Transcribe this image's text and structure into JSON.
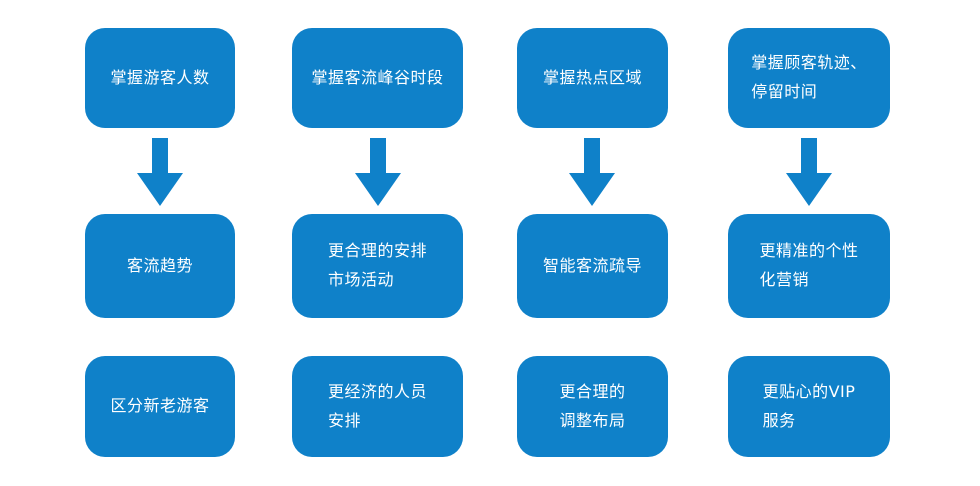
{
  "colors": {
    "box_blue": "#0f81c9",
    "text_color": "#ffffff",
    "page_bg": "#ffffff"
  },
  "diagram": {
    "type": "flow",
    "arrow_icon": "down-arrow",
    "columns": [
      {
        "top_box": "掌握游客人数",
        "middle_box": "客流趋势",
        "bottom_box": "区分新老游客"
      },
      {
        "top_box": "掌握客流峰谷时段",
        "middle_box": "更合理的安排\n市场活动",
        "bottom_box": "更经济的人员\n安排"
      },
      {
        "top_box": "掌握热点区域",
        "middle_box": "智能客流疏导",
        "bottom_box": "更合理的\n调整布局"
      },
      {
        "top_box": "掌握顾客轨迹、\n停留时间",
        "middle_box": "更精准的个性\n化营销",
        "bottom_box": "更贴心的VIP\n服务"
      }
    ]
  }
}
